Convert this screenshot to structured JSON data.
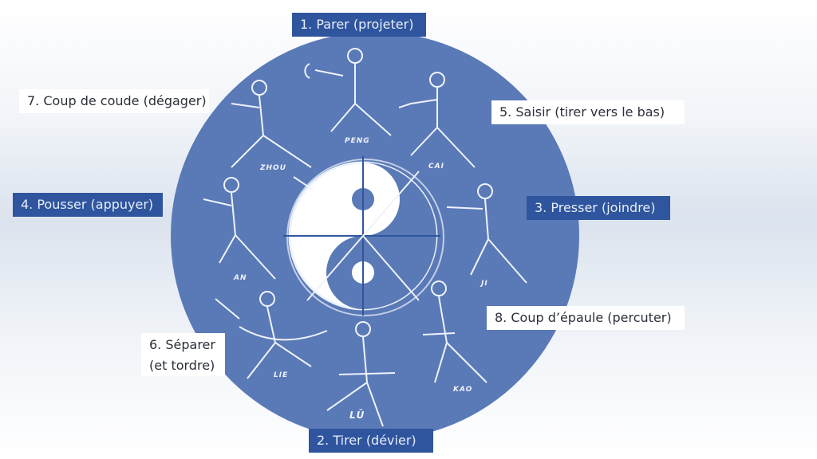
{
  "colors": {
    "disc": "#5a79b7",
    "dark_label": "#2f559e",
    "line": "#eef3fb"
  },
  "labels": {
    "parer": "1. Parer (projeter)",
    "tirer": "2. Tirer (dévier)",
    "presser": "3. Presser (joindre)",
    "pousser": "4. Pousser (appuyer)",
    "saisir": "5. Saisir (tirer vers le bas)",
    "separer_l1": "6. Séparer",
    "separer_l2": "(et tordre)",
    "coude": "7. Coup de coude (dégager)",
    "epaule": "8. Coup d’épaule (percuter)"
  },
  "figures": {
    "peng": "PENG",
    "cai": "CAI",
    "zhou": "ZHOU",
    "an": "AN",
    "ji": "JI",
    "lie": "LIE",
    "lu": "LŪ",
    "kao": "KAO"
  }
}
